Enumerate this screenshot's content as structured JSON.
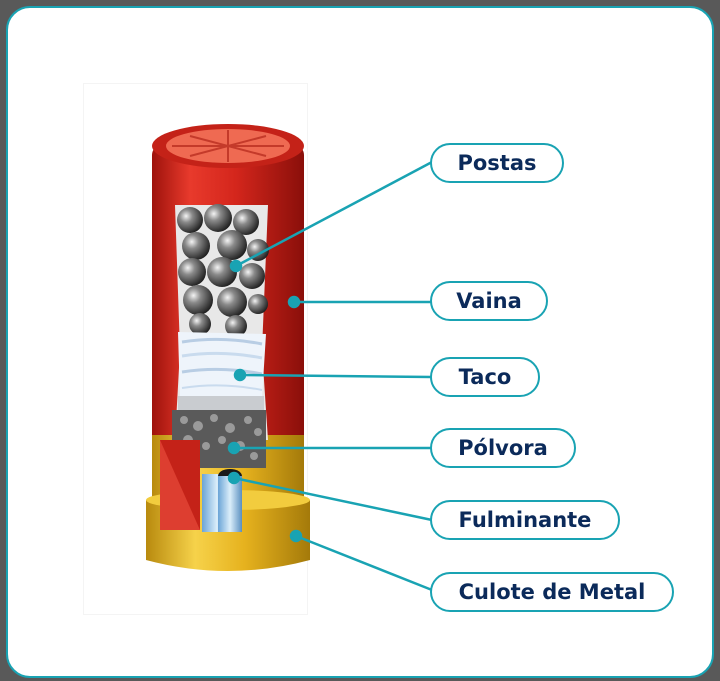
{
  "diagram": {
    "labels": {
      "postas": "Postas",
      "vaina": "Vaina",
      "taco": "Taco",
      "polvora": "Pólvora",
      "fulminante": "Fulminante",
      "culote": "Culote de Metal"
    },
    "colors": {
      "accent": "#19a3b3",
      "label_text": "#0b2a5a",
      "shell_red": "#d4261c",
      "brass": "#e6b21e",
      "background": "#595959"
    }
  }
}
